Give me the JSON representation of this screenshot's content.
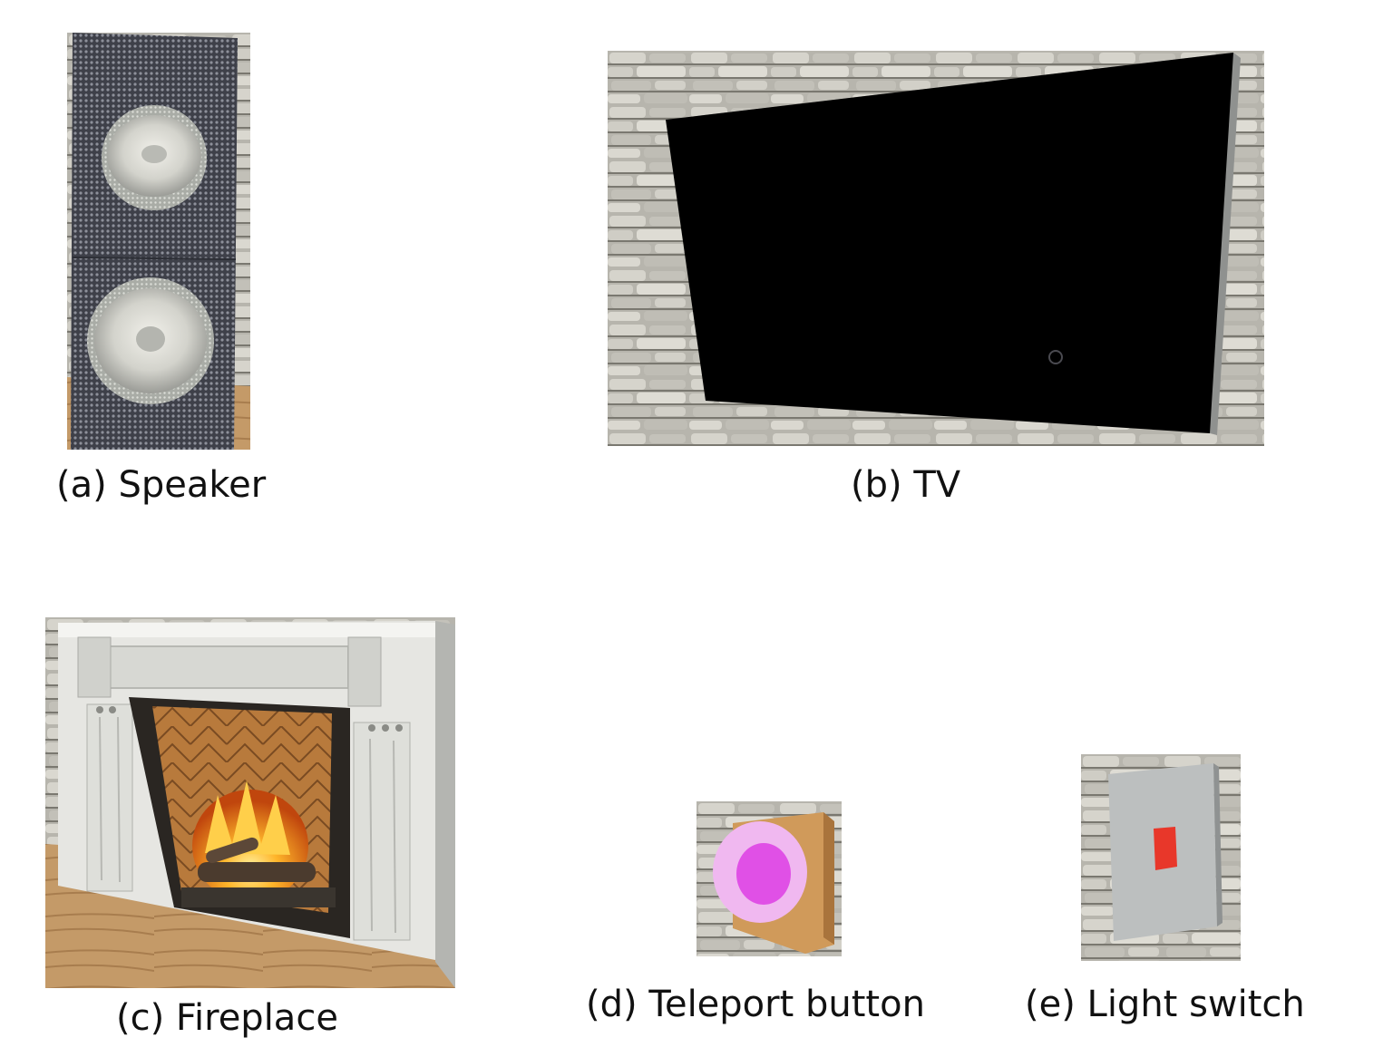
{
  "figures": {
    "speaker": {
      "caption": "(a) Speaker",
      "icon": "speaker-image"
    },
    "tv": {
      "caption": "(b) TV",
      "icon": "tv-image"
    },
    "fireplace": {
      "caption": "(c) Fireplace",
      "icon": "fireplace-image"
    },
    "teleport": {
      "caption": "(d) Teleport button",
      "icon": "teleport-button-image"
    },
    "switch": {
      "caption": "(e) Light switch",
      "icon": "light-switch-image"
    }
  },
  "colors": {
    "stone_light": "#c9c8c1",
    "stone_dark": "#6f6d66",
    "speaker_mesh": "#4a4c55",
    "tv_screen": "#000000",
    "wood": "#c89560",
    "teleport_pink": "#e055e8",
    "switch_plate": "#b9bcbc",
    "switch_red": "#e8372a"
  }
}
